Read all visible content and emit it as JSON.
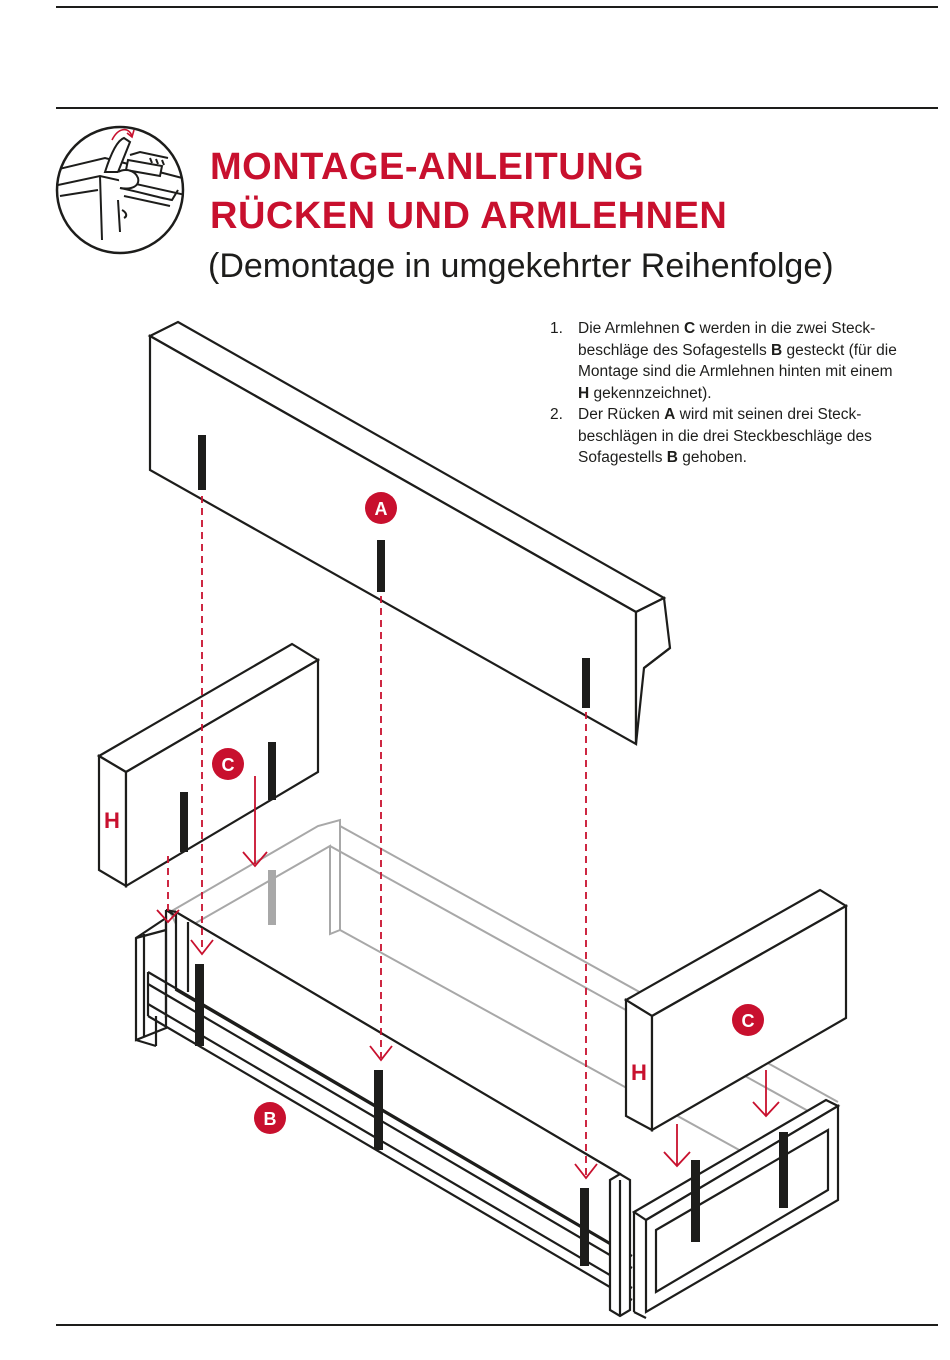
{
  "heading": {
    "title_line1": "MONTAGE-ANLEITUNG",
    "title_line2": "RÜCKEN UND ARMLEHNEN",
    "subtitle": "(Demontage in umgekehrter Reihenfolge)"
  },
  "steps": [
    {
      "number": "1.",
      "t1": "Die Armlehnen ",
      "b1": "C",
      "t2": " werden in die zwei Steck­beschläge des Sofagestells ",
      "b2": "B",
      "t3": " gesteckt (für die Montage sind die Armlehnen hinten mit einem ",
      "b3": "H",
      "t4": " gekennzeichnet)."
    },
    {
      "number": "2.",
      "t1": "Der Rücken ",
      "b1": "A",
      "t2": " wird mit seinen drei Steck­beschlägen in die drei Steckbeschläge des Sofagestells ",
      "b2": "B",
      "t3": " gehoben.",
      "b3": "",
      "t4": ""
    }
  ],
  "markers": {
    "back": "A",
    "frame": "B",
    "armrest_left": "C",
    "armrest_right": "C",
    "rear_mark_left": "H",
    "rear_mark_right": "H"
  },
  "colors": {
    "accent": "#c8102e",
    "line": "#1d1d1b",
    "frame_back": "#a8a8a8"
  }
}
